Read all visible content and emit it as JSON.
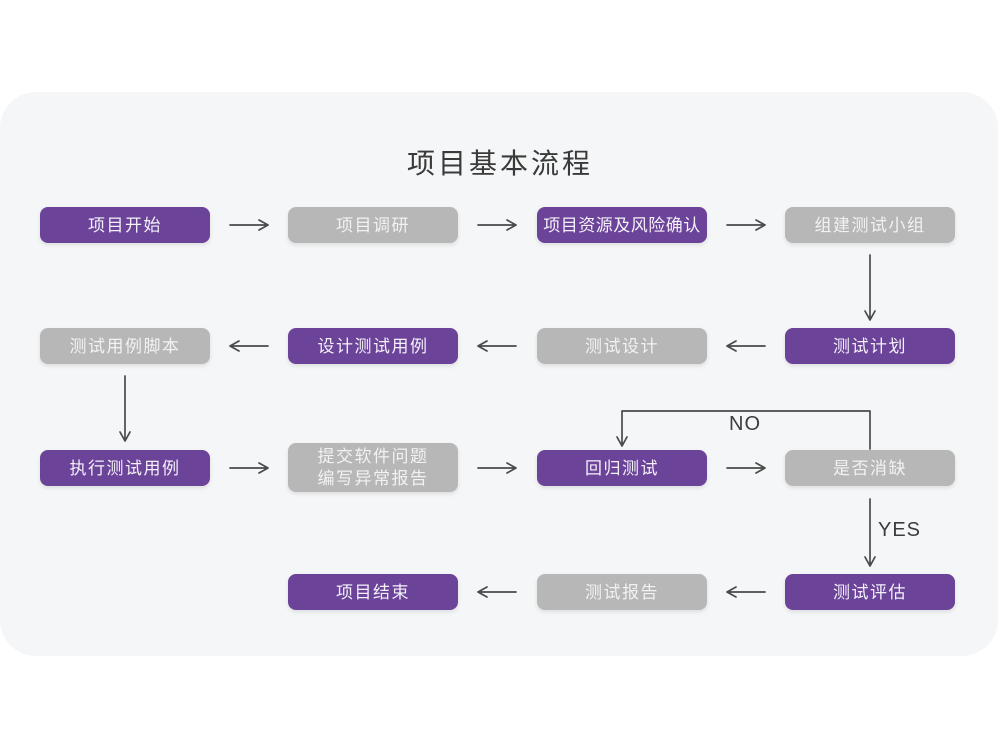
{
  "title": "项目基本流程",
  "colors": {
    "node_purple": "#6b4399",
    "node_gray": "#b7b7b7",
    "node_text": "#f2f2f2",
    "card_background": "#f5f6f7",
    "page_background": "#ffffff",
    "arrow": "#4a4a4a",
    "title_text": "#3a3a3a"
  },
  "nodes": [
    {
      "id": "project-start",
      "label": "项目开始",
      "variant": "purple"
    },
    {
      "id": "project-research",
      "label": "项目调研",
      "variant": "gray"
    },
    {
      "id": "project-resources-risk",
      "label": "项目资源及风险确认",
      "variant": "purple"
    },
    {
      "id": "form-test-team",
      "label": "组建测试小组",
      "variant": "gray"
    },
    {
      "id": "test-plan",
      "label": "测试计划",
      "variant": "purple"
    },
    {
      "id": "test-design",
      "label": "测试设计",
      "variant": "gray"
    },
    {
      "id": "design-test-cases",
      "label": "设计测试用例",
      "variant": "purple"
    },
    {
      "id": "test-case-scripts",
      "label": "测试用例脚本",
      "variant": "gray"
    },
    {
      "id": "execute-test-cases",
      "label": "执行测试用例",
      "variant": "purple"
    },
    {
      "id": "submit-issue-report",
      "label": "提交软件问题 编写异常报告",
      "lines": [
        "提交软件问题",
        "编写异常报告"
      ],
      "variant": "gray"
    },
    {
      "id": "regression-test",
      "label": "回归测试",
      "variant": "purple"
    },
    {
      "id": "defect-cleared",
      "label": "是否消缺",
      "variant": "gray"
    },
    {
      "id": "test-evaluation",
      "label": "测试评估",
      "variant": "purple"
    },
    {
      "id": "test-report",
      "label": "测试报告",
      "variant": "gray"
    },
    {
      "id": "project-end",
      "label": "项目结束",
      "variant": "purple"
    }
  ],
  "edges": [
    {
      "from": "project-start",
      "to": "project-research"
    },
    {
      "from": "project-research",
      "to": "project-resources-risk"
    },
    {
      "from": "project-resources-risk",
      "to": "form-test-team"
    },
    {
      "from": "form-test-team",
      "to": "test-plan"
    },
    {
      "from": "test-plan",
      "to": "test-design"
    },
    {
      "from": "test-design",
      "to": "design-test-cases"
    },
    {
      "from": "design-test-cases",
      "to": "test-case-scripts"
    },
    {
      "from": "test-case-scripts",
      "to": "execute-test-cases"
    },
    {
      "from": "execute-test-cases",
      "to": "submit-issue-report"
    },
    {
      "from": "submit-issue-report",
      "to": "regression-test"
    },
    {
      "from": "regression-test",
      "to": "defect-cleared"
    },
    {
      "from": "defect-cleared",
      "to": "regression-test",
      "label": "NO"
    },
    {
      "from": "defect-cleared",
      "to": "test-evaluation",
      "label": "YES"
    },
    {
      "from": "test-evaluation",
      "to": "test-report"
    },
    {
      "from": "test-report",
      "to": "project-end"
    }
  ]
}
